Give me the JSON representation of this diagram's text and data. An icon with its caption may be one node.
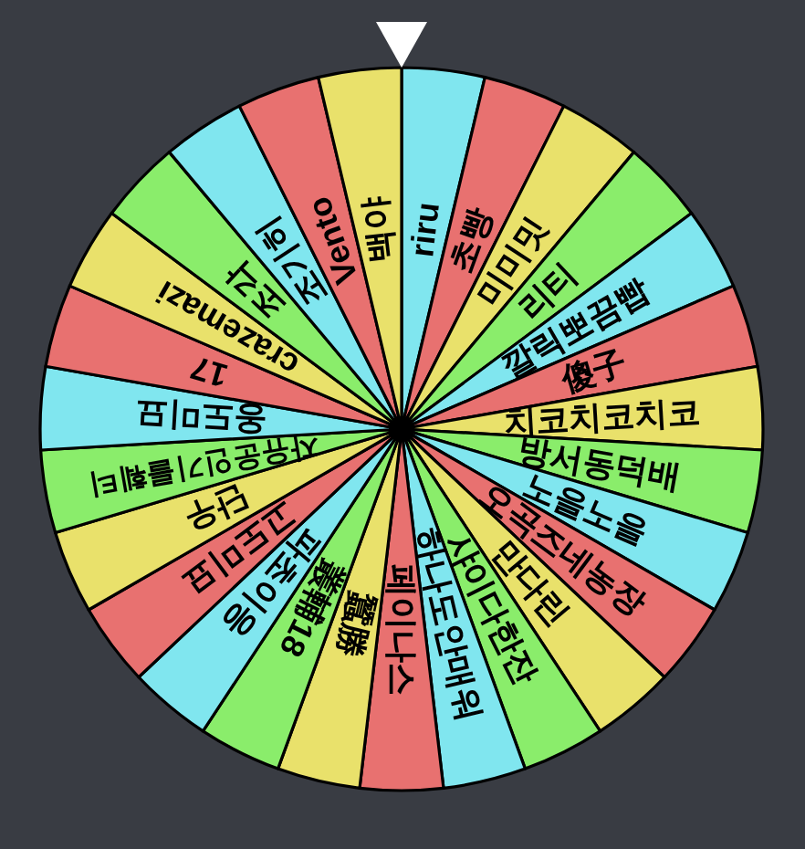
{
  "diagram": {
    "nodes": [
      {
        "text": [
          "riru"
        ]
      },
      {
        "text": [
          "초빵"
        ]
      },
      {
        "text": [
          "미미밋"
        ]
      },
      {
        "text": [
          "리티"
        ]
      },
      {
        "text": [
          "깔릭뽀끔빱"
        ]
      },
      {
        "text": [
          "傻子"
        ]
      },
      {
        "text": [
          "치코치코치코"
        ]
      },
      {
        "text": [
          "방서동덕배"
        ]
      },
      {
        "text": [
          "노을노을"
        ]
      },
      {
        "text": [
          "오곡즈네농장"
        ]
      },
      {
        "text": [
          "만다린"
        ]
      },
      {
        "text": [
          "샤이다한잔"
        ]
      },
      {
        "text": [
          "하나도안매워"
        ]
      },
      {
        "text": [
          "페이나스"
        ]
      },
      {
        "text": [
          "蠶勝"
        ]
      },
      {
        "text": [
          "叢輔18"
        ]
      },
      {
        "text": [
          "파초이응"
        ]
      },
      {
        "text": [
          "고도미묘"
        ]
      },
      {
        "text": [
          "단우"
        ]
      },
      {
        "text": [
          "자유운인기를훼티"
        ]
      },
      {
        "text": [
          "옹도미묘"
        ]
      },
      {
        "text": [
          "17"
        ]
      },
      {
        "text": [
          "crazemazi"
        ]
      },
      {
        "text": [
          "조각"
        ]
      },
      {
        "text": [
          "조기히"
        ]
      },
      {
        "text": [
          "Vento"
        ]
      },
      {
        "text": [
          "백야"
        ]
      }
    ]
  }
}
